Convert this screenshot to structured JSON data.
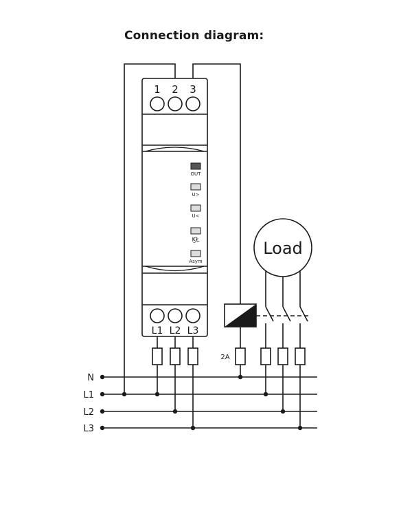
{
  "title": "Connection diagram:",
  "device": {
    "top_terminals": [
      "1",
      "2",
      "3"
    ],
    "bottom_terminals": [
      "L1",
      "L2",
      "L3"
    ],
    "indicators": [
      {
        "label": "OUT",
        "lit": true
      },
      {
        "label": "U>",
        "lit": false
      },
      {
        "label": "U<",
        "lit": false
      },
      {
        "label": "ḴŁ",
        "lit": false
      },
      {
        "label": "Asym",
        "lit": false
      }
    ]
  },
  "load_label": "Load",
  "fuse_label": "2A",
  "lines": [
    "N",
    "L1",
    "L2",
    "L3"
  ],
  "colors": {
    "stroke": "#1a1a1a",
    "indicator_on": "#555555",
    "indicator_off": "#dddddd"
  }
}
